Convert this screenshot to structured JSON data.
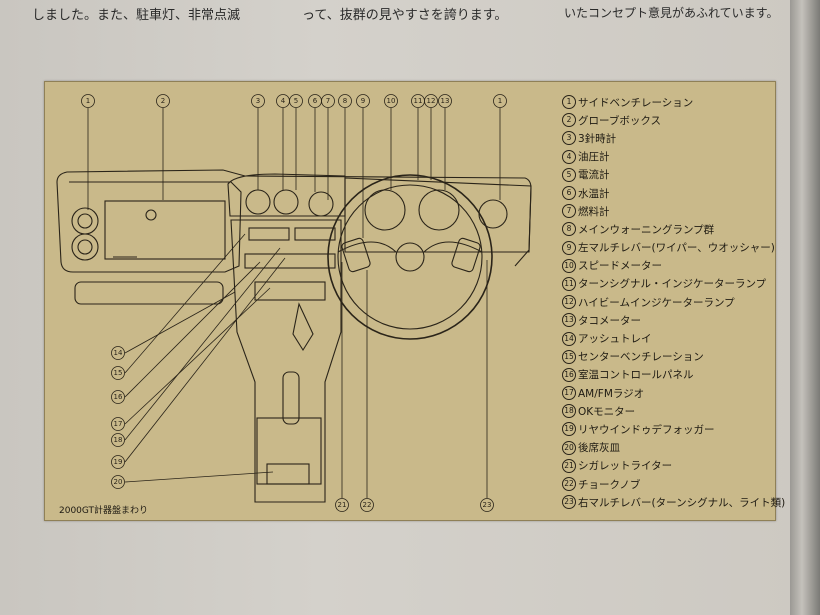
{
  "top_text": {
    "left": "しました。また、駐車灯、非常点滅",
    "middle": "って、抜群の見やすさを誇ります。",
    "right": "いたコンセプト意見があふれています。"
  },
  "caption": "2000GT計器盤まわり",
  "callout_numbers": {
    "n1a": "1",
    "n2": "2",
    "n3": "3",
    "n4": "4",
    "n5": "5",
    "n6": "6",
    "n7": "7",
    "n8": "8",
    "n9": "9",
    "n10": "10",
    "n11": "11",
    "n12": "12",
    "n13": "13",
    "n1b": "1",
    "n14": "14",
    "n15": "15",
    "n16": "16",
    "n17": "17",
    "n18": "18",
    "n19": "19",
    "n20": "20",
    "n21": "21",
    "n22": "22",
    "n23": "23"
  },
  "legend": [
    {
      "num": "1",
      "label": "サイドベンチレーション"
    },
    {
      "num": "2",
      "label": "グローブボックス"
    },
    {
      "num": "3",
      "label": "3針時計"
    },
    {
      "num": "4",
      "label": "油圧計"
    },
    {
      "num": "5",
      "label": "電流計"
    },
    {
      "num": "6",
      "label": "水温計"
    },
    {
      "num": "7",
      "label": "燃料計"
    },
    {
      "num": "8",
      "label": "メインウォーニングランプ群"
    },
    {
      "num": "9",
      "label": "左マルチレバー(ワイパー、ウオッシャー)"
    },
    {
      "num": "10",
      "label": "スピードメーター"
    },
    {
      "num": "11",
      "label": "ターンシグナル・インジケーターランプ"
    },
    {
      "num": "12",
      "label": "ハイビームインジケーターランプ"
    },
    {
      "num": "13",
      "label": "タコメーター"
    },
    {
      "num": "14",
      "label": "アッシュトレイ"
    },
    {
      "num": "15",
      "label": "センターベンチレーション"
    },
    {
      "num": "16",
      "label": "室温コントロールパネル"
    },
    {
      "num": "17",
      "label": "AM/FMラジオ"
    },
    {
      "num": "18",
      "label": "OKモニター"
    },
    {
      "num": "19",
      "label": "リヤウインドゥデフォッガー"
    },
    {
      "num": "20",
      "label": "後席灰皿"
    },
    {
      "num": "21",
      "label": "シガレットライター"
    },
    {
      "num": "22",
      "label": "チョークノブ"
    },
    {
      "num": "23",
      "label": "右マルチレバー(ターンシグナル、ライト類)"
    }
  ]
}
